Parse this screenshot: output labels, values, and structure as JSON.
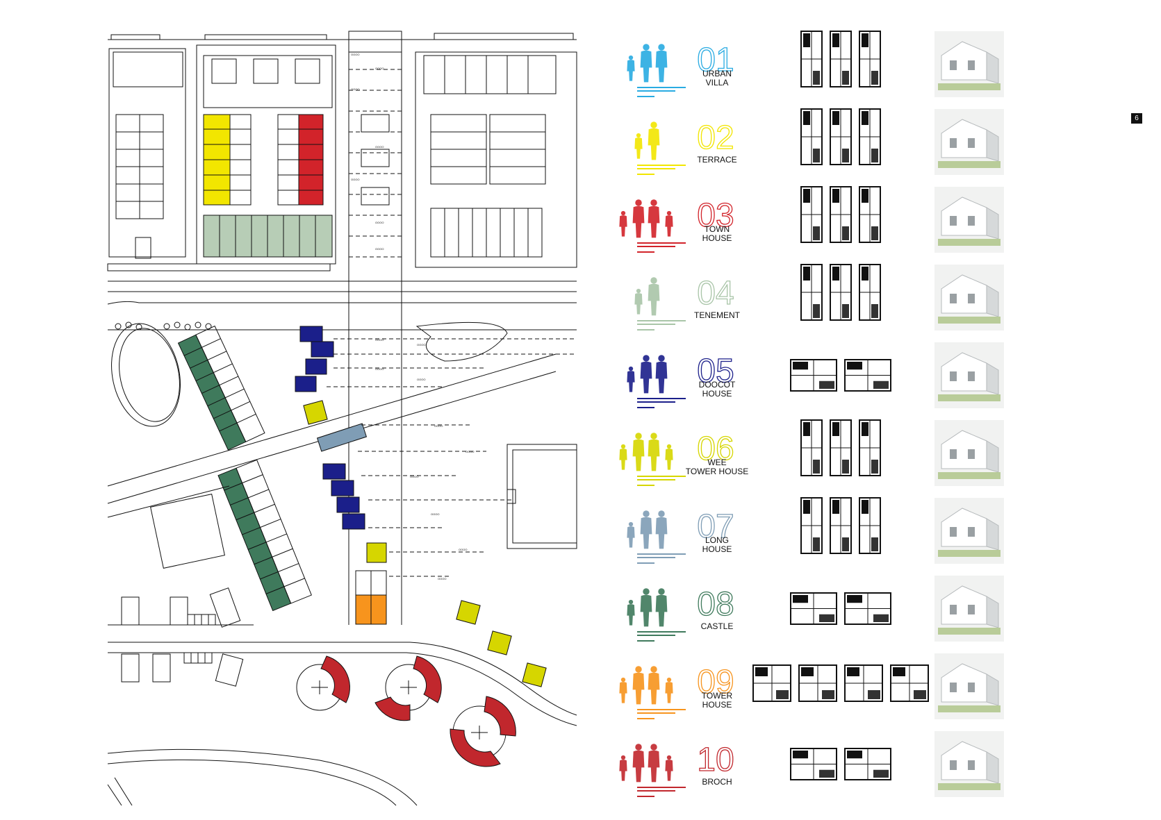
{
  "page_number": "6",
  "types": [
    {
      "num": "01",
      "name_lines": [
        "URBAN",
        "VILLA"
      ],
      "color": "#29abe2",
      "people": 3
    },
    {
      "num": "02",
      "name_lines": [
        "TERRACE"
      ],
      "color": "#f2e600",
      "people": 2
    },
    {
      "num": "03",
      "name_lines": [
        "TOWN",
        "HOUSE"
      ],
      "color": "#d2232a",
      "people": 4
    },
    {
      "num": "04",
      "name_lines": [
        "TENEMENT"
      ],
      "color": "#a9c5a8",
      "people": 2
    },
    {
      "num": "05",
      "name_lines": [
        "DOOCOT",
        "HOUSE"
      ],
      "color": "#1b1f8a",
      "people": 3
    },
    {
      "num": "06",
      "name_lines": [
        "WEE",
        "TOWER HOUSE"
      ],
      "color": "#d6d600",
      "people": 4
    },
    {
      "num": "07",
      "name_lines": [
        "LONG",
        "HOUSE"
      ],
      "color": "#7f9db5",
      "people": 3
    },
    {
      "num": "08",
      "name_lines": [
        "CASTLE"
      ],
      "color": "#3f7a5c",
      "people": 3
    },
    {
      "num": "09",
      "name_lines": [
        "TOWER",
        "HOUSE"
      ],
      "color": "#f7941d",
      "people": 4
    },
    {
      "num": "10",
      "name_lines": [
        "BROCH"
      ],
      "color": "#c1272d",
      "people": 4
    }
  ],
  "colors": {
    "urban_villa": "#29abe2",
    "terrace": "#f2e600",
    "town_house": "#d2232a",
    "tenement": "#b7cdb6",
    "doocot": "#1b1f8a",
    "wee_tower": "#d6d600",
    "long_house": "#7f9db5",
    "castle": "#3f7a5c",
    "tower_house": "#f7941d",
    "broch": "#c1272d",
    "linework": "#111111"
  }
}
